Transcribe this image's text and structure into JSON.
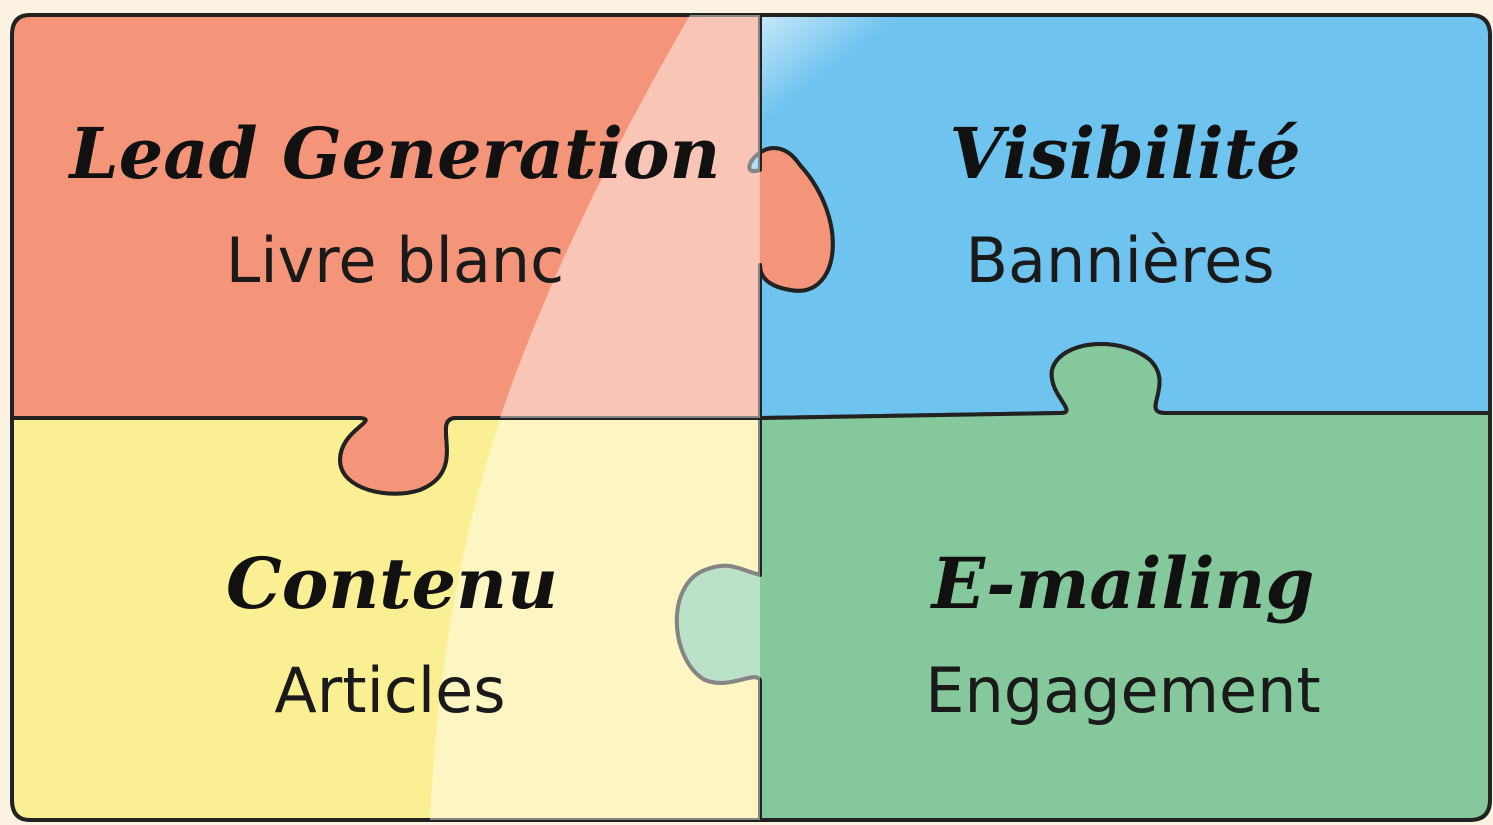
{
  "pieces": {
    "top_left": {
      "title": "Lead Generation",
      "subtitle": "Livre blanc",
      "color": "#f4957a"
    },
    "top_right": {
      "title": "Visibilité",
      "subtitle": "Bannières",
      "color": "#6ec3ef"
    },
    "bottom_left": {
      "title": "Contenu",
      "subtitle": "Articles",
      "color": "#fbef93"
    },
    "bottom_right": {
      "title": "E-mailing",
      "subtitle": "Engagement",
      "color": "#84c89b"
    }
  },
  "colors": {
    "background": "#fbf2e2",
    "outline": "#222222"
  }
}
